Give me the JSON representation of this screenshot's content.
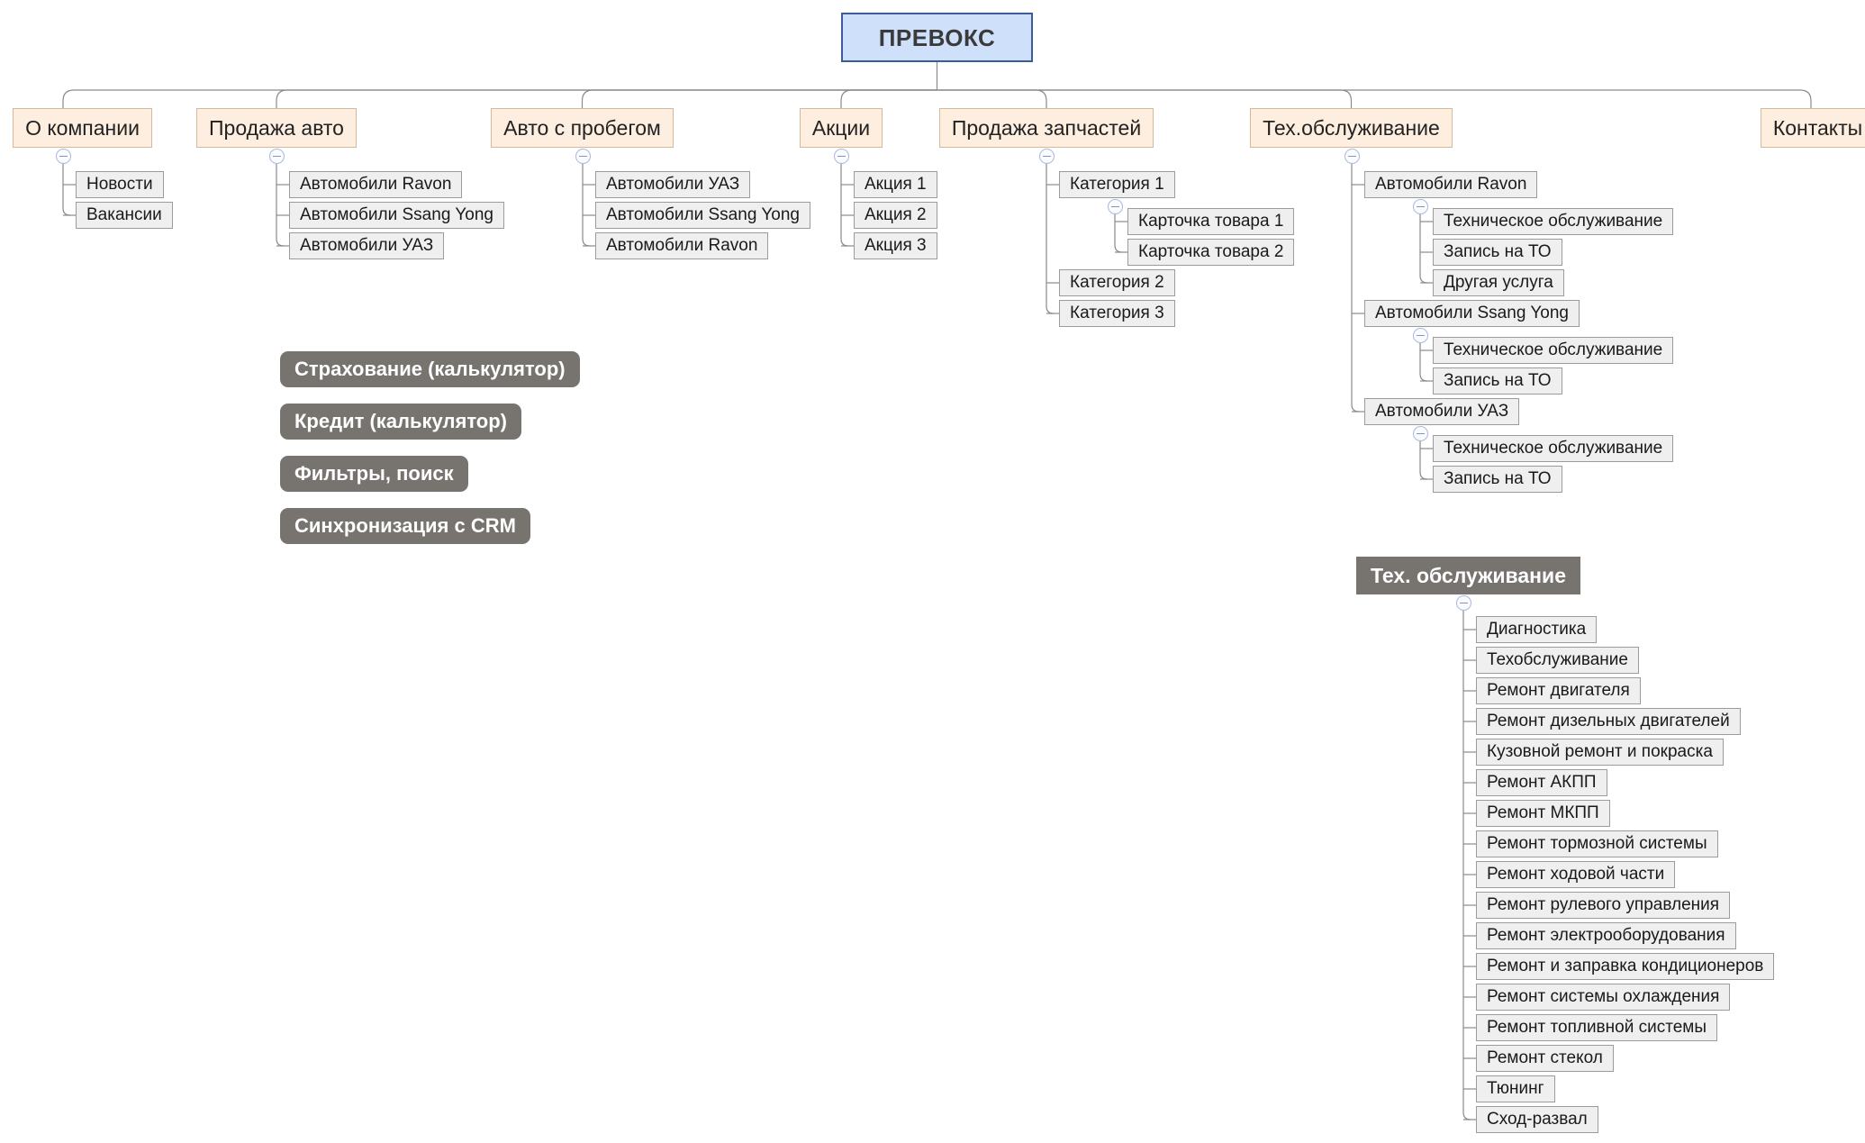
{
  "diagram": {
    "type": "sitemap-tree",
    "root": {
      "label": "ПРЕВОКС"
    },
    "colors": {
      "root_fill": "#cfe0fb",
      "root_border": "#3c5c99",
      "level1_fill": "#fdeee0",
      "level1_border": "#d8b89a",
      "child_fill": "#efefef",
      "child_border": "#9b9b9b",
      "chip_fill": "#77736f",
      "chip_text": "#ffffff",
      "connector": "#8a8a8a",
      "collapse_border": "#a9b8dd"
    },
    "branches": [
      {
        "label": "О компании",
        "children": [
          {
            "label": "Новости"
          },
          {
            "label": "Вакансии"
          }
        ]
      },
      {
        "label": "Продажа авто",
        "children": [
          {
            "label": "Автомобили Ravon"
          },
          {
            "label": "Автомобили Ssang Yong"
          },
          {
            "label": "Автомобили УАЗ"
          }
        ]
      },
      {
        "label": "Авто с пробегом",
        "children": [
          {
            "label": "Автомобили УАЗ"
          },
          {
            "label": "Автомобили Ssang Yong"
          },
          {
            "label": "Автомобили Ravon"
          }
        ]
      },
      {
        "label": "Акции",
        "children": [
          {
            "label": "Акция 1"
          },
          {
            "label": "Акция 2"
          },
          {
            "label": "Акция 3"
          }
        ]
      },
      {
        "label": "Продажа запчастей",
        "children": [
          {
            "label": "Категория 1",
            "children": [
              {
                "label": "Карточка товара 1"
              },
              {
                "label": "Карточка товара 2"
              }
            ]
          },
          {
            "label": "Категория 2"
          },
          {
            "label": "Категория 3"
          }
        ]
      },
      {
        "label": "Тех.обслуживание",
        "children": [
          {
            "label": "Автомобили Ravon",
            "children": [
              {
                "label": "Техническое обслуживание"
              },
              {
                "label": "Запись на ТО"
              },
              {
                "label": "Другая услуга"
              }
            ]
          },
          {
            "label": "Автомобили Ssang Yong",
            "children": [
              {
                "label": "Техническое обслуживание"
              },
              {
                "label": "Запись на ТО"
              }
            ]
          },
          {
            "label": "Автомобили УАЗ",
            "children": [
              {
                "label": "Техническое обслуживание"
              },
              {
                "label": "Запись на ТО"
              }
            ]
          }
        ]
      },
      {
        "label": "Контакты",
        "children": []
      }
    ],
    "feature_chips": [
      {
        "label": "Страхование (калькулятор)"
      },
      {
        "label": "Кредит (калькулятор)"
      },
      {
        "label": "Фильтры, поиск"
      },
      {
        "label": "Синхронизация с CRM"
      }
    ],
    "services_group": {
      "label": "Тех. обслуживание",
      "items": [
        {
          "label": "Диагностика"
        },
        {
          "label": "Техобслуживание"
        },
        {
          "label": "Ремонт двигателя"
        },
        {
          "label": "Ремонт дизельных двигателей"
        },
        {
          "label": "Кузовной ремонт и покраска"
        },
        {
          "label": "Ремонт АКПП"
        },
        {
          "label": "Ремонт МКПП"
        },
        {
          "label": "Ремонт тормозной системы"
        },
        {
          "label": "Ремонт ходовой части"
        },
        {
          "label": "Ремонт рулевого управления"
        },
        {
          "label": "Ремонт электрооборудования"
        },
        {
          "label": "Ремонт и заправка кондиционеров"
        },
        {
          "label": "Ремонт системы охлаждения"
        },
        {
          "label": "Ремонт топливной системы"
        },
        {
          "label": "Ремонт стекол"
        },
        {
          "label": "Тюнинг"
        },
        {
          "label": "Сход-развал"
        }
      ]
    }
  }
}
